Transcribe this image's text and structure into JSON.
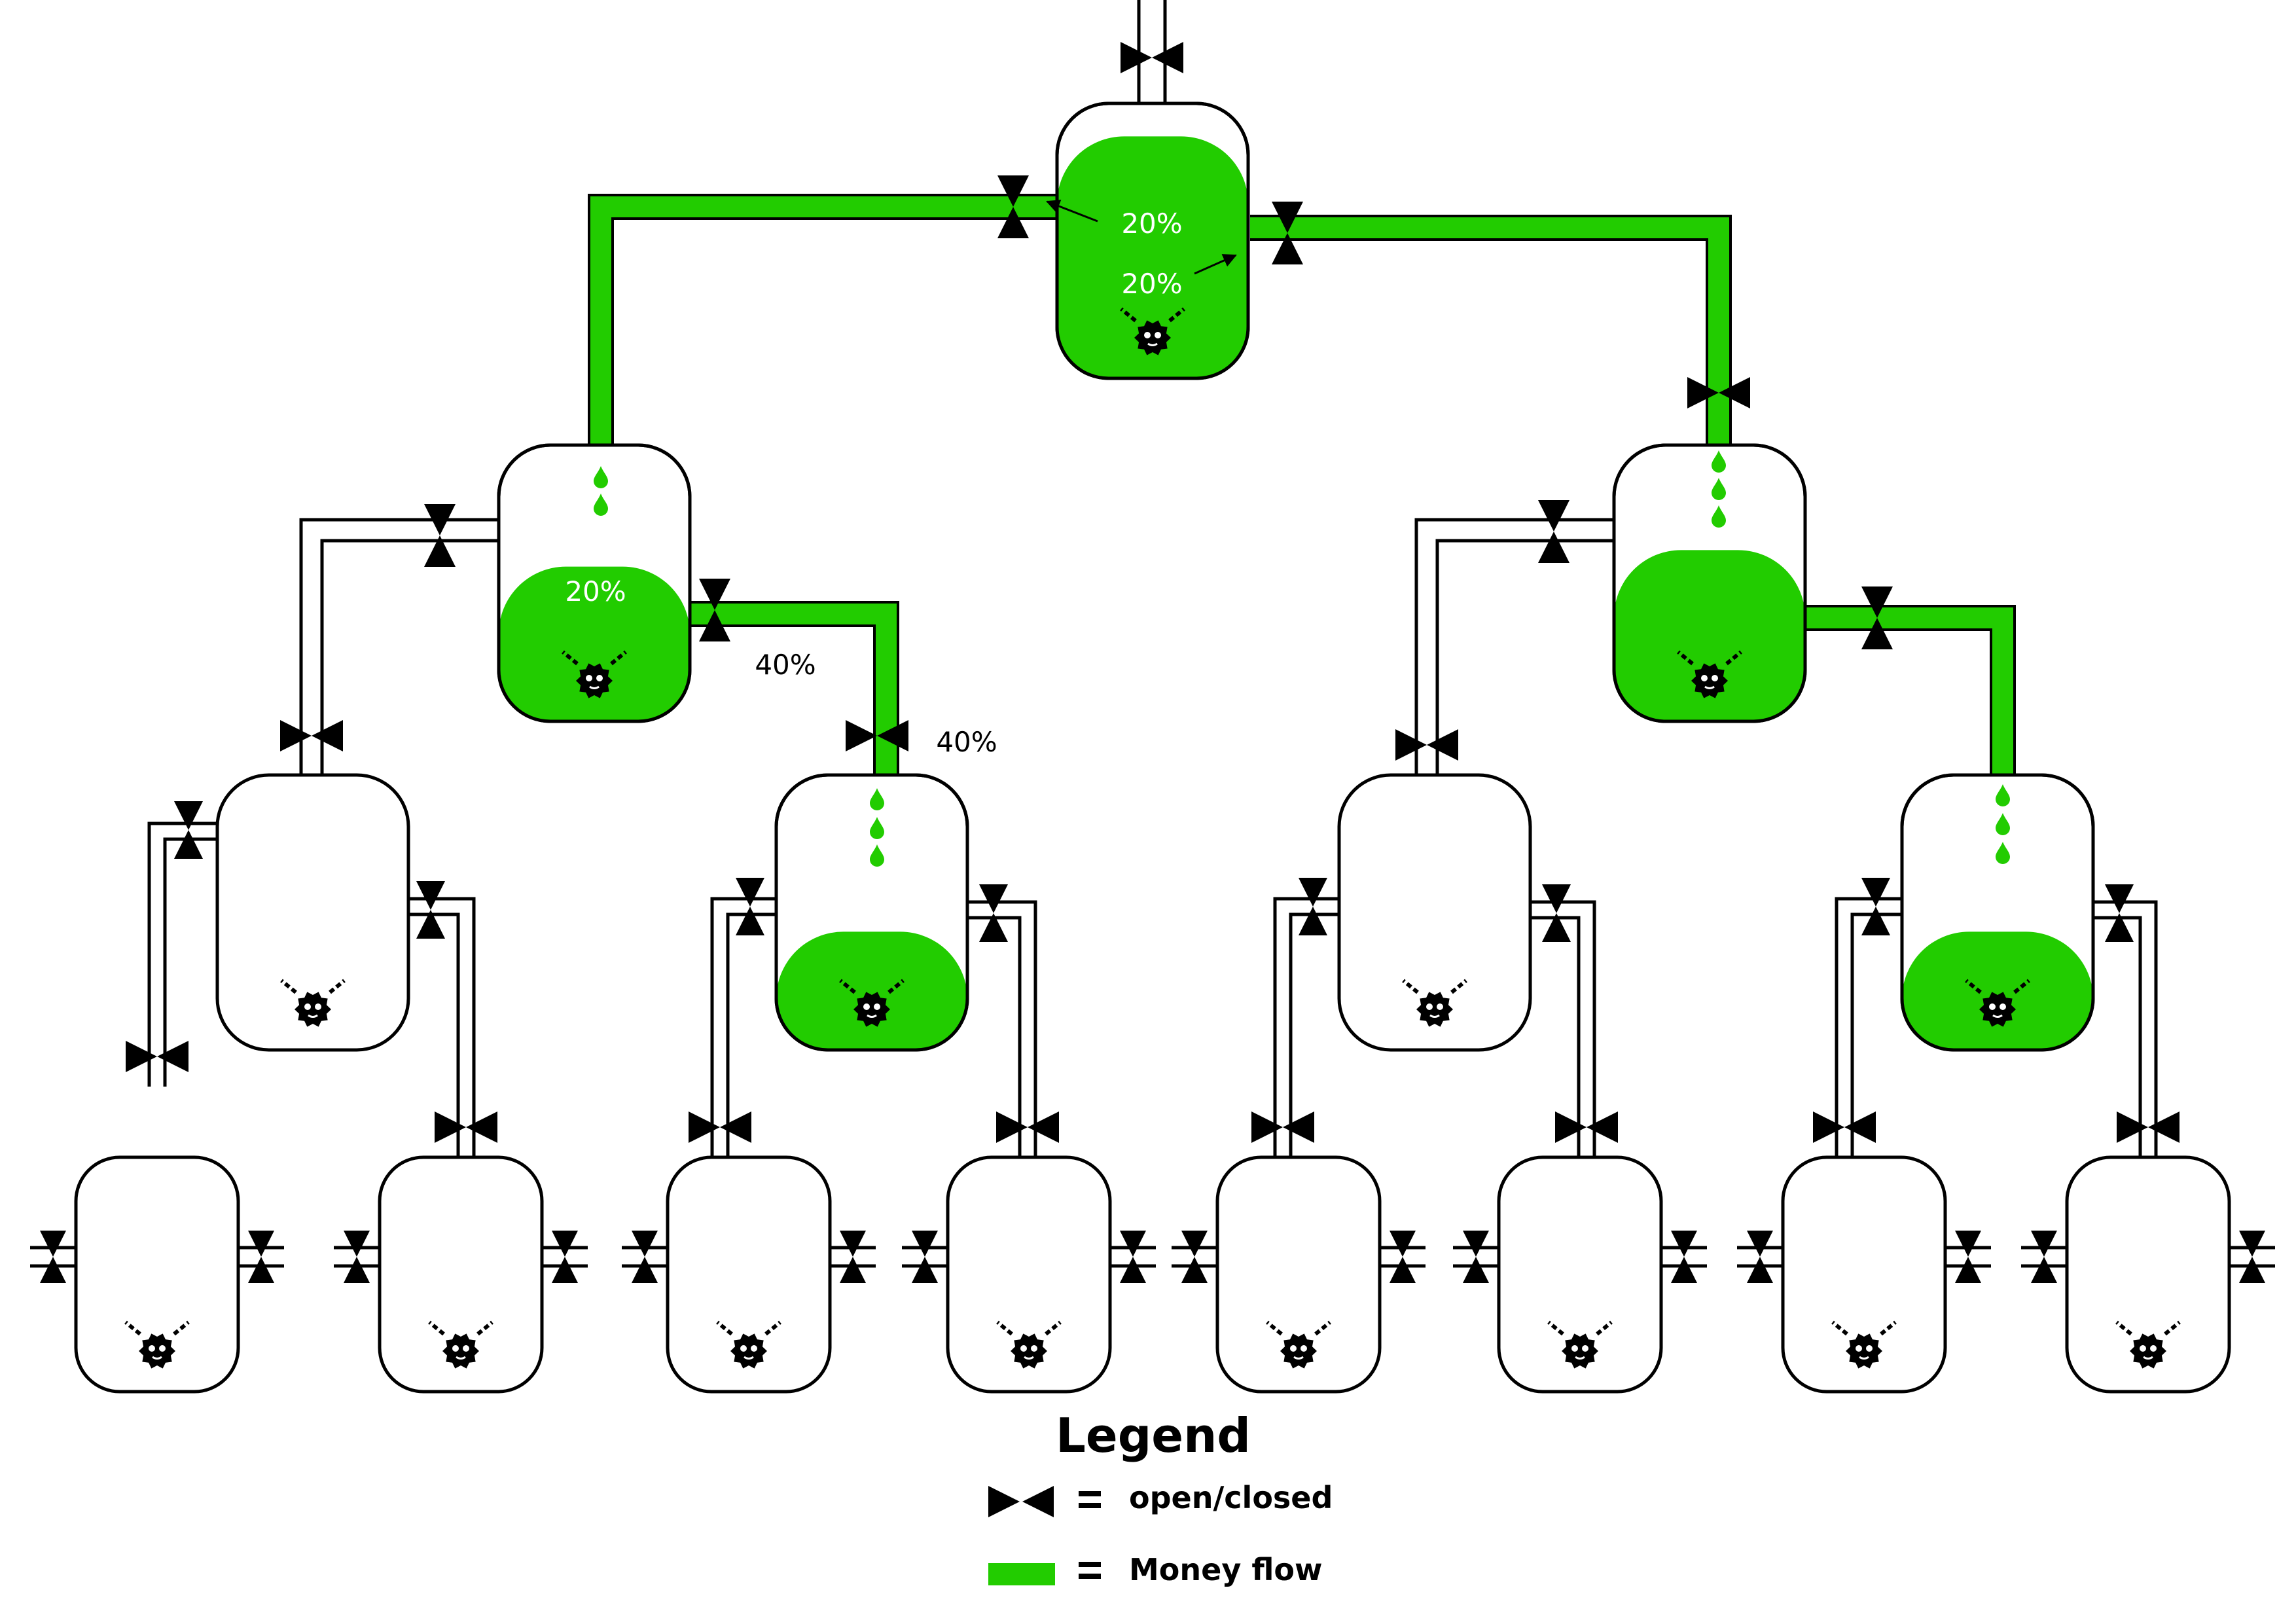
{
  "colors": {
    "money": "#22cc00",
    "outline": "#000000",
    "background": "#ffffff",
    "label_on_fill": "#ffffff",
    "label_plain": "#000000"
  },
  "labels": {
    "top_left_pct": "20%",
    "top_right_pct": "20%",
    "mid_left_tank_pct": "20%",
    "mid_left_pipe_pct_a": "40%",
    "mid_left_pipe_pct_b": "40%"
  },
  "legend": {
    "title": "Legend",
    "valve_text": "open/closed",
    "flow_text": "Money flow",
    "equals": "="
  },
  "icons": {
    "valve": "valve-icon",
    "drop": "drop-icon",
    "gear_face": "gear-face-icon",
    "arrow": "arrow-icon"
  }
}
